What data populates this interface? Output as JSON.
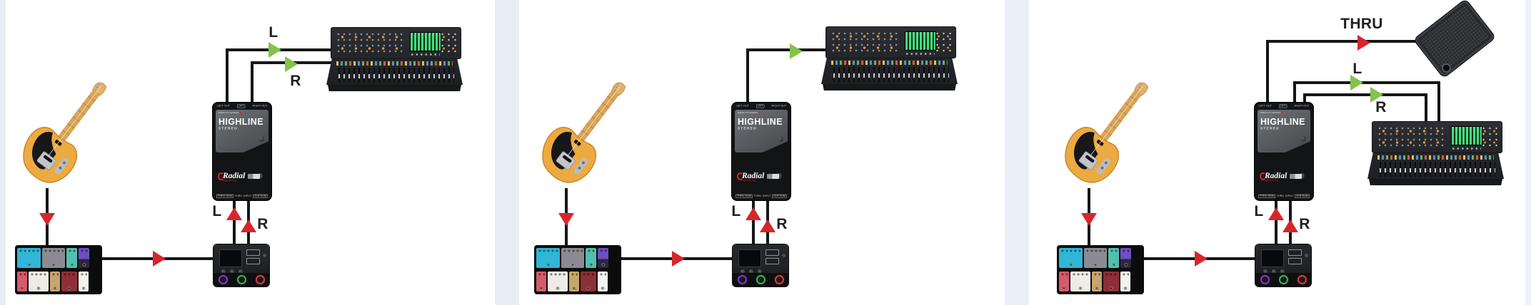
{
  "scene": {
    "description": "Three hookup diagrams: electric guitar into a pedalboard, into a stereo modeler, into a Radial Highline Stereo DI; panel 1 sends stereo XLR L/R to a mixing console, panel 2 sends a single summed output to the console, panel 3 sends a THRU feed to a stage monitor wedge plus stereo L/R to the console",
    "background_color": "#e9edf5",
    "panel_color": "#ffffff",
    "cable_color": "#161616",
    "red_arrow_color": "#d6262c",
    "green_arrow_color": "#84c24a"
  },
  "signal_labels": {
    "left": "L",
    "right": "R",
    "thru": "THRU"
  },
  "highline_di": {
    "brand": "Radial",
    "brand_sub": "engineering",
    "model": "HIGHLINE",
    "variant": "STEREO",
    "origin": "MADE IN CANADA",
    "top_jacks": {
      "left": "LEFT OUT",
      "lift": "LIFT",
      "right": "RIGHT OUT"
    },
    "bottom_jacks": {
      "thru_sum": "THRU SUM",
      "thru": "THRU",
      "input": "INPUT",
      "xlr_sum": "XLR SUM"
    }
  },
  "panels": [
    {
      "name": "stereo-outputs-to-mixer"
    },
    {
      "name": "summed-mono-output-to-mixer"
    },
    {
      "name": "thru-to-monitor-plus-stereo-to-mixer"
    }
  ]
}
